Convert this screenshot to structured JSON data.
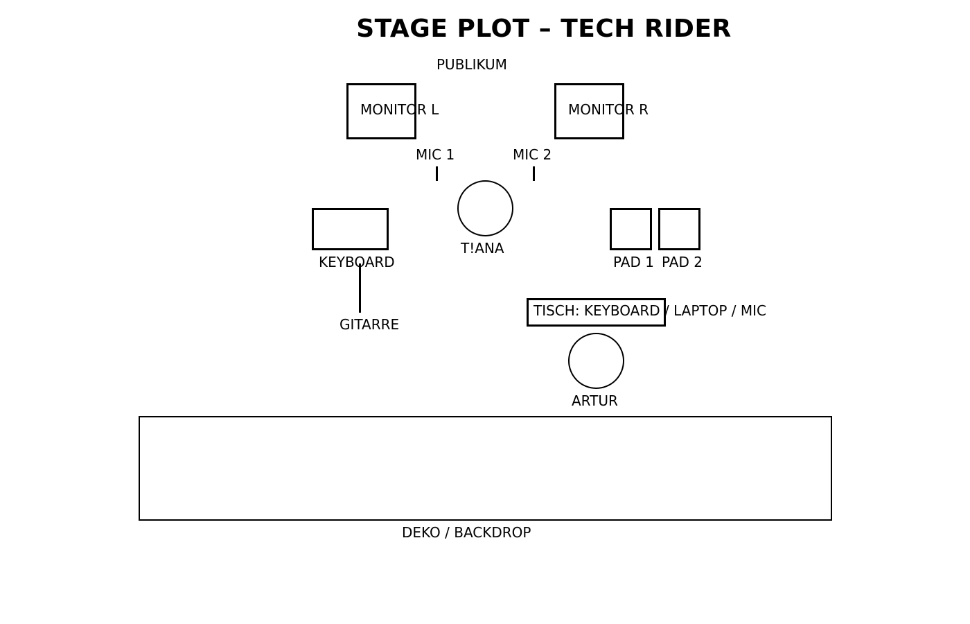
{
  "title": "STAGE PLOT – TECH RIDER",
  "labels": {
    "audience": "PUBLIKUM",
    "monitor_left": "MONITOR L",
    "monitor_right": "MONITOR R",
    "mic_1": "MIC 1",
    "mic_2": "MIC 2",
    "performer_1": "T!ANA",
    "keyboard": "KEYBOARD",
    "guitar": "GITARRE",
    "pad_1": "PAD 1",
    "pad_2": "PAD 2",
    "table": "TISCH: KEYBOARD / LAPTOP / MIC",
    "performer_2": "ARTUR",
    "backdrop": "DEKO / BACKDROP"
  },
  "colors": {
    "stroke": "#000000",
    "background": "#ffffff"
  }
}
